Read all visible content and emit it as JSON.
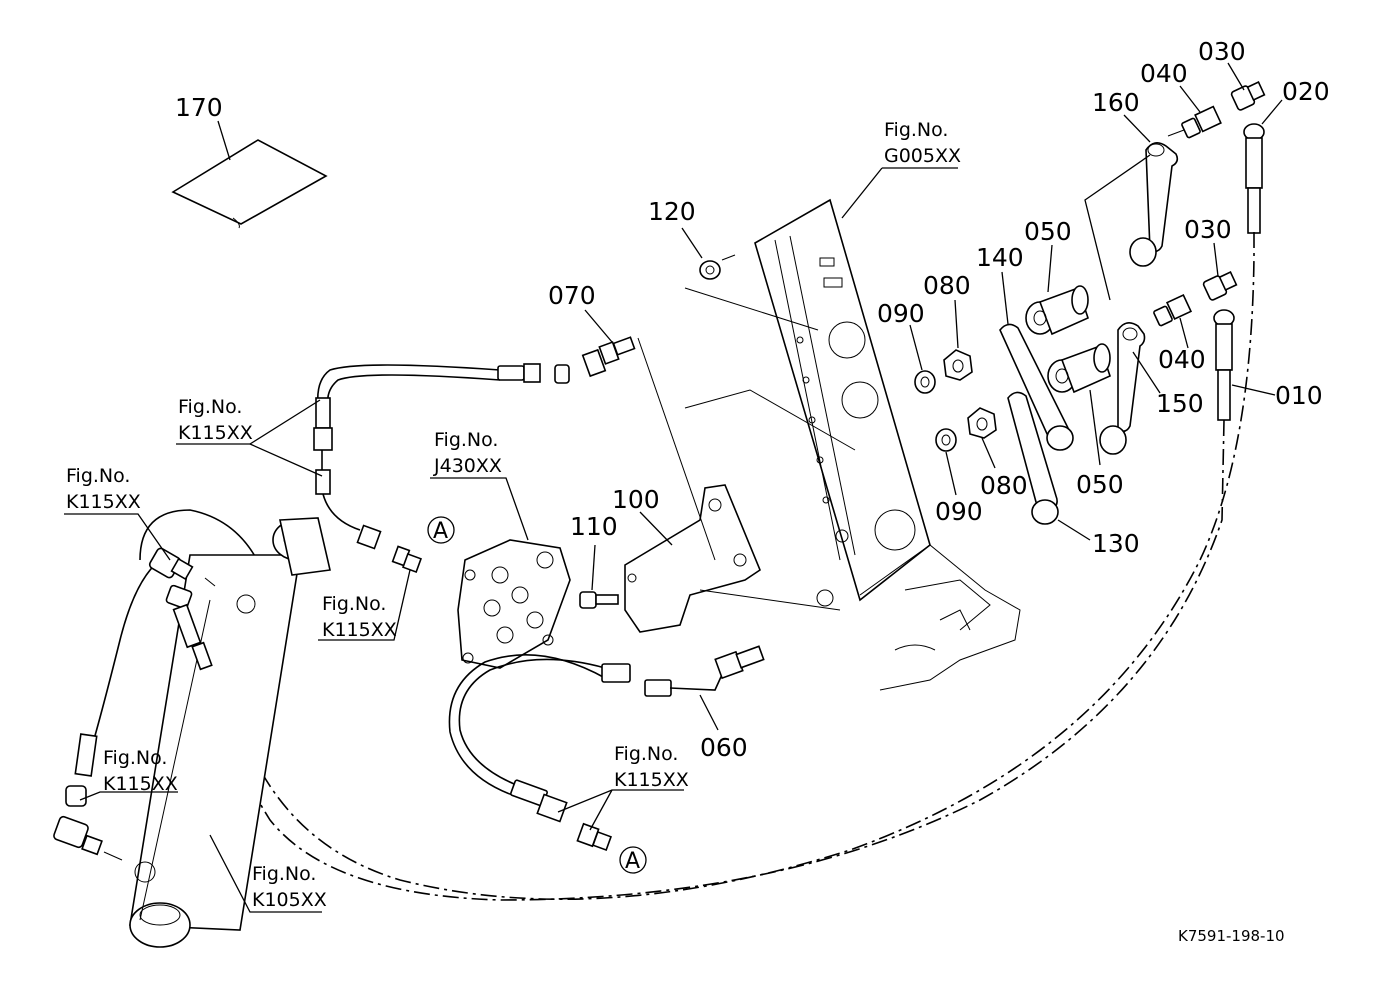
{
  "drawing_code": "K7591-198-10",
  "fig_prefix": "Fig.No.",
  "callouts": {
    "c170": "170",
    "c120": "120",
    "c070": "070",
    "c160": "160",
    "c040a": "040",
    "c030a": "030",
    "c020": "020",
    "c050a": "050",
    "c140": "140",
    "c080a": "080",
    "c090a": "090",
    "c030b": "030",
    "c040b": "040",
    "c150": "150",
    "c010": "010",
    "c100": "100",
    "c110": "110",
    "c090b": "090",
    "c080b": "080",
    "c050b": "050",
    "c130": "130",
    "c060": "060"
  },
  "figure_refs": {
    "g005": "G005XX",
    "k115_top": "K115XX",
    "j430": "J430XX",
    "k115_left": "K115XX",
    "k115_mid": "K115XX",
    "k115_lower": "K115XX",
    "k115_bottom": "K115XX",
    "k105": "K105XX"
  },
  "markers": {
    "a_upper": "A",
    "a_lower": "A"
  }
}
